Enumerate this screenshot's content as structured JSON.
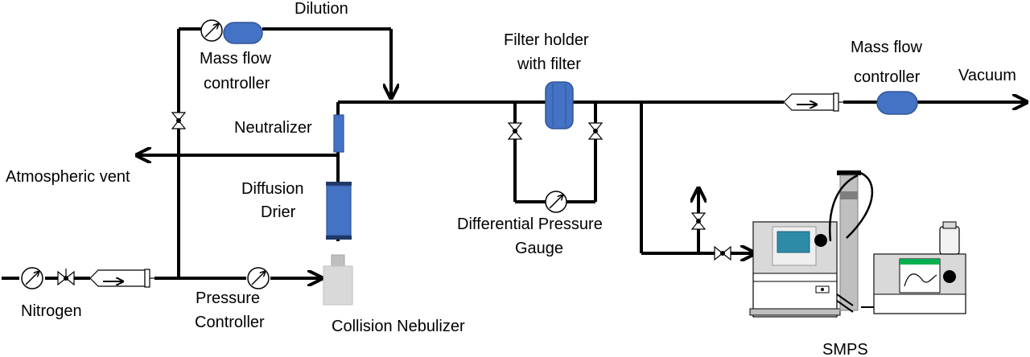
{
  "labels": {
    "dilution": "Dilution",
    "mfc1_line1": "Mass flow",
    "mfc1_line2": "controller",
    "filter_line1": "Filter holder",
    "filter_line2": "with filter",
    "mfc2_line1": "Mass flow",
    "mfc2_line2": "controller",
    "vacuum": "Vacuum",
    "neutralizer": "Neutralizer",
    "atmospheric_vent": "Atmospheric vent",
    "drier_line1": "Diffusion",
    "drier_line2": "Drier",
    "dpg_line1": "Differential Pressure",
    "dpg_line2": "Gauge",
    "nitrogen": "Nitrogen",
    "pc_line1": "Pressure",
    "pc_line2": "Controller",
    "nebulizer": "Collision Nebulizer",
    "smps": "SMPS"
  },
  "colors": {
    "component_blue": "#4472c4",
    "component_blue_edge": "#2f5597",
    "instrument_gray": "#d9d9d9",
    "screen_teal": "#2e8ba8",
    "display_green": "#00b050"
  },
  "icons": [
    "pressure-gauge-icon",
    "valve-icon",
    "filter-cartridge-icon",
    "arrow-icon"
  ]
}
